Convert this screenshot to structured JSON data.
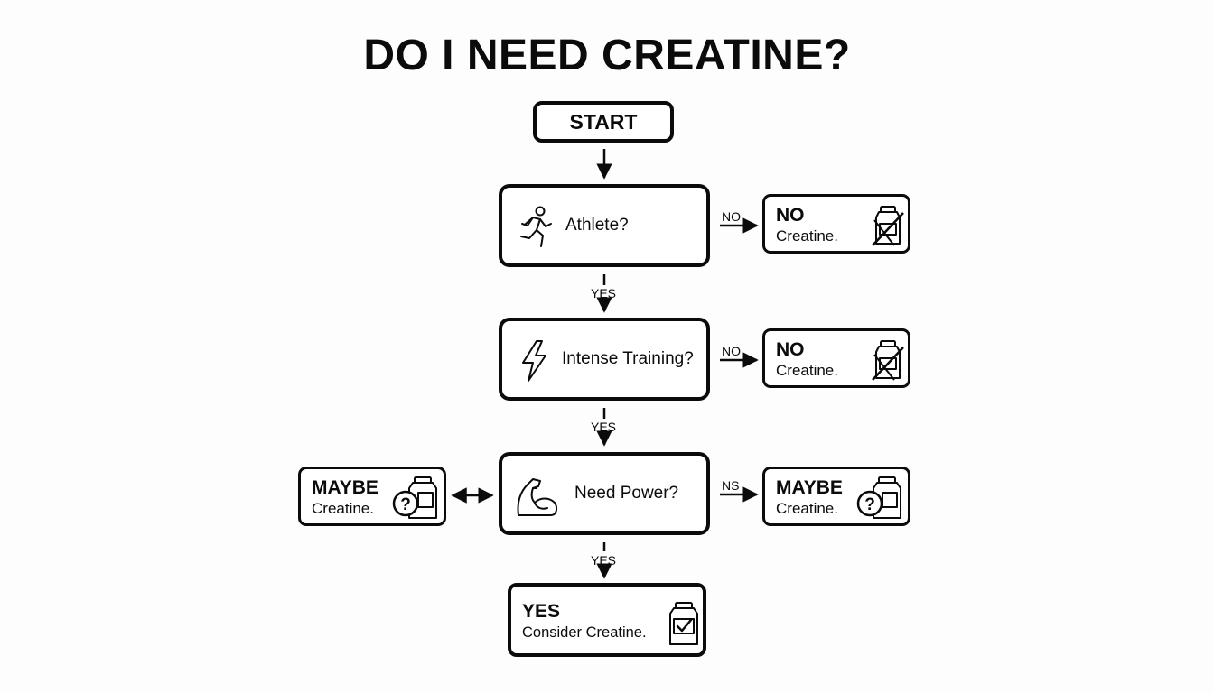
{
  "title": "DO I NEED CREATINE?",
  "start": "START",
  "questions": [
    {
      "label": "Athlete?",
      "icon": "runner-icon"
    },
    {
      "label": "Intense Training?",
      "icon": "lightning-icon"
    },
    {
      "label": "Need Power?",
      "icon": "flexed-arm-icon"
    }
  ],
  "edges": {
    "yes1": "YES",
    "yes2": "YES",
    "yes3": "YES",
    "no1": "NO",
    "no2": "NO",
    "no3": "NS"
  },
  "outcomes": {
    "no_athlete": {
      "line1": "NO",
      "line2": "Creatine.",
      "icon": "crossed-jar-icon"
    },
    "no_training": {
      "line1": "NO",
      "line2": "Creatine.",
      "icon": "crossed-jar-icon"
    },
    "maybe_left": {
      "line1": "MAYBE",
      "line2": "Creatine.",
      "icon": "question-jar-icon"
    },
    "maybe_right": {
      "line1": "MAYBE",
      "line2": "Creatine.",
      "icon": "question-jar-icon"
    },
    "yes": {
      "line1": "YES",
      "line2": "Consider Creatine.",
      "icon": "check-jar-icon"
    }
  }
}
